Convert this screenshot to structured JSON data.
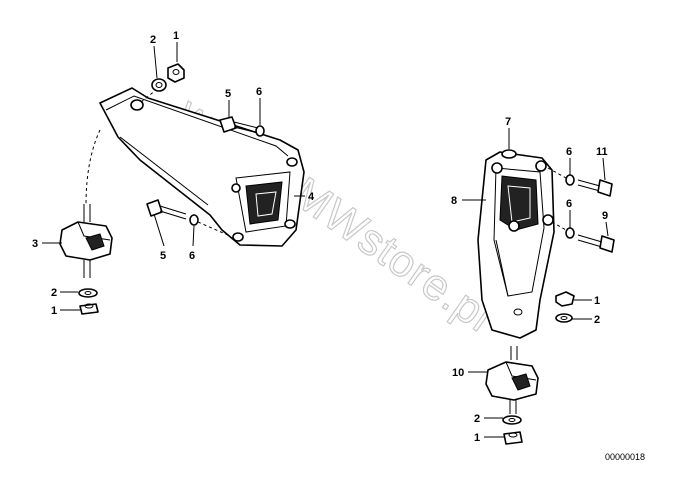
{
  "watermark": "www.BMWstore.pl",
  "document_number": "00000018",
  "labels": {
    "l1": "1",
    "l2": "2",
    "l3": "3",
    "l4": "4",
    "l5": "5",
    "l6": "6",
    "l7": "7",
    "l8": "8",
    "l9": "9",
    "l10": "10",
    "l11": "11"
  }
}
